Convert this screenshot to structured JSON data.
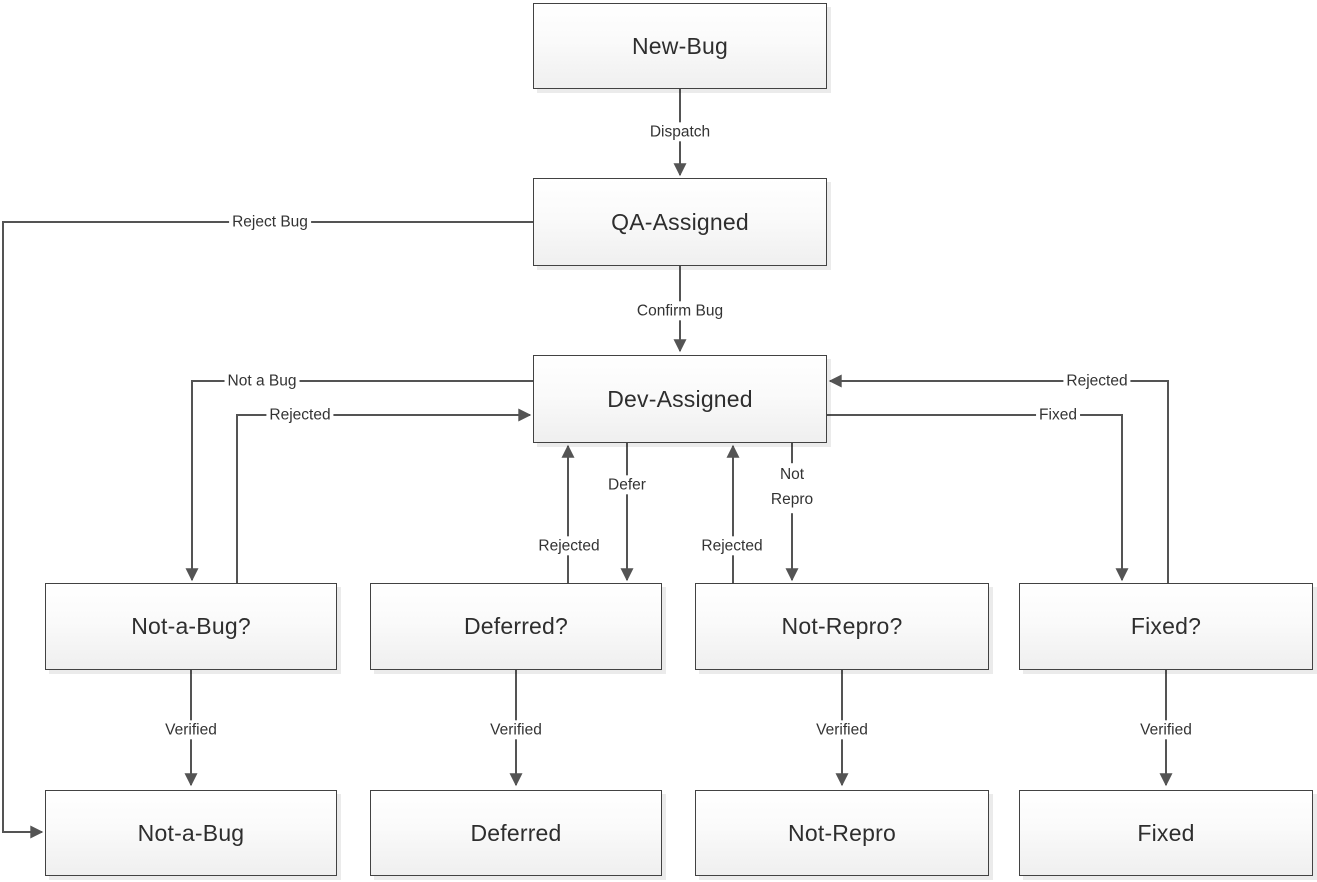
{
  "diagram_type": "flowchart",
  "colors": {
    "line": "#545454",
    "box_border": "#424242",
    "box_fill_top": "#ffffff",
    "box_fill_bottom": "#efefef",
    "text": "#2e2e2e",
    "background": "#ffffff"
  },
  "nodes": {
    "new_bug": {
      "label": "New-Bug"
    },
    "qa_assigned": {
      "label": "QA-Assigned"
    },
    "dev_assigned": {
      "label": "Dev-Assigned"
    },
    "not_a_bug_q": {
      "label": "Not-a-Bug?"
    },
    "deferred_q": {
      "label": "Deferred?"
    },
    "not_repro_q": {
      "label": "Not-Repro?"
    },
    "fixed_q": {
      "label": "Fixed?"
    },
    "not_a_bug": {
      "label": "Not-a-Bug"
    },
    "deferred": {
      "label": "Deferred"
    },
    "not_repro": {
      "label": "Not-Repro"
    },
    "fixed": {
      "label": "Fixed"
    }
  },
  "edges": {
    "dispatch": {
      "label": "Dispatch",
      "from": "New-Bug",
      "to": "QA-Assigned"
    },
    "confirm_bug": {
      "label": "Confirm Bug",
      "from": "QA-Assigned",
      "to": "Dev-Assigned"
    },
    "reject_bug": {
      "label": "Reject Bug",
      "from": "QA-Assigned",
      "to": "Not-a-Bug"
    },
    "not_a_bug": {
      "label": "Not a Bug",
      "from": "Dev-Assigned",
      "to": "Not-a-Bug?"
    },
    "rejected_from_notabug": {
      "label": "Rejected",
      "from": "Not-a-Bug?",
      "to": "Dev-Assigned"
    },
    "rejected_from_deferred": {
      "label": "Rejected",
      "from": "Deferred?",
      "to": "Dev-Assigned"
    },
    "defer": {
      "label": "Defer",
      "from": "Dev-Assigned",
      "to": "Deferred?"
    },
    "rejected_from_notrepro": {
      "label": "Rejected",
      "from": "Not-Repro?",
      "to": "Dev-Assigned"
    },
    "not_repro": {
      "label": "Not Repro",
      "from": "Dev-Assigned",
      "to": "Not-Repro?"
    },
    "rejected_from_fixed": {
      "label": "Rejected",
      "from": "Fixed?",
      "to": "Dev-Assigned"
    },
    "fixed": {
      "label": "Fixed",
      "from": "Dev-Assigned",
      "to": "Fixed?"
    },
    "verified_not_a_bug": {
      "label": "Verified",
      "from": "Not-a-Bug?",
      "to": "Not-a-Bug"
    },
    "verified_deferred": {
      "label": "Verified",
      "from": "Deferred?",
      "to": "Deferred"
    },
    "verified_not_repro": {
      "label": "Verified",
      "from": "Not-Repro?",
      "to": "Not-Repro"
    },
    "verified_fixed": {
      "label": "Verified",
      "from": "Fixed?",
      "to": "Fixed"
    }
  }
}
